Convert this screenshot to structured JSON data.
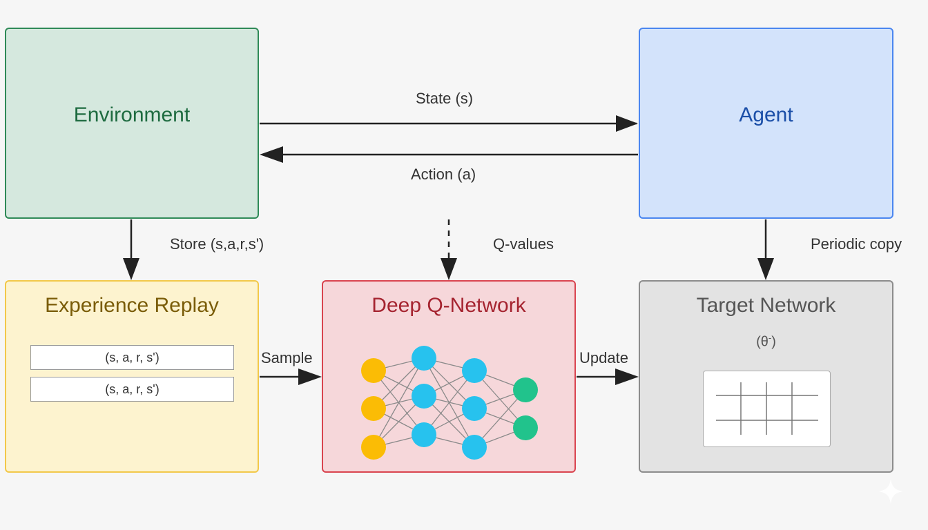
{
  "boxes": {
    "environment": "Environment",
    "agent": "Agent",
    "experience_replay": "Experience Replay",
    "dqn": "Deep Q-Network",
    "target_network": "Target Network"
  },
  "replay_tuples": [
    "(s, a, r, s')",
    "(s, a, r, s')"
  ],
  "target_param": {
    "base": "(θ",
    "sup": "-",
    "close": ")"
  },
  "edges": {
    "state": "State (s)",
    "action": "Action (a)",
    "store": "Store (s,a,r,s')",
    "q_values": "Q-values",
    "periodic_copy": "Periodic copy",
    "sample": "Sample",
    "update": "Update"
  },
  "colors": {
    "input_node": "#fbbc05",
    "hidden_node": "#27c2ee",
    "output_node": "#21c38c",
    "arrow": "#222222"
  },
  "network": {
    "layers": [
      3,
      3,
      3,
      2
    ]
  }
}
